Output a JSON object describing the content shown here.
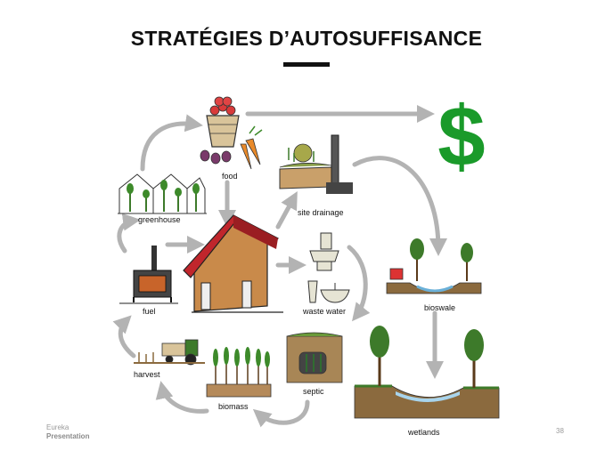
{
  "title": "STRATÉGIES D’AUTOSUFFISANCE",
  "nodes": {
    "food": "food",
    "site_drainage": "site drainage",
    "greenhouse": "greenhouse",
    "fuel": "fuel",
    "waste_water": "waste water",
    "bioswale": "bioswale",
    "harvest": "harvest",
    "biomass": "biomass",
    "septic": "septic",
    "wetlands": "wetlands"
  },
  "money_symbol": "$",
  "footer": {
    "brand_line1": "Eureka",
    "brand_line2": "Presentation",
    "page_number": "38"
  },
  "colors": {
    "arrow": "#b3b3b3",
    "money": "#1a9a2a",
    "roof": "#c0262c",
    "house_wall": "#c98a4a"
  }
}
